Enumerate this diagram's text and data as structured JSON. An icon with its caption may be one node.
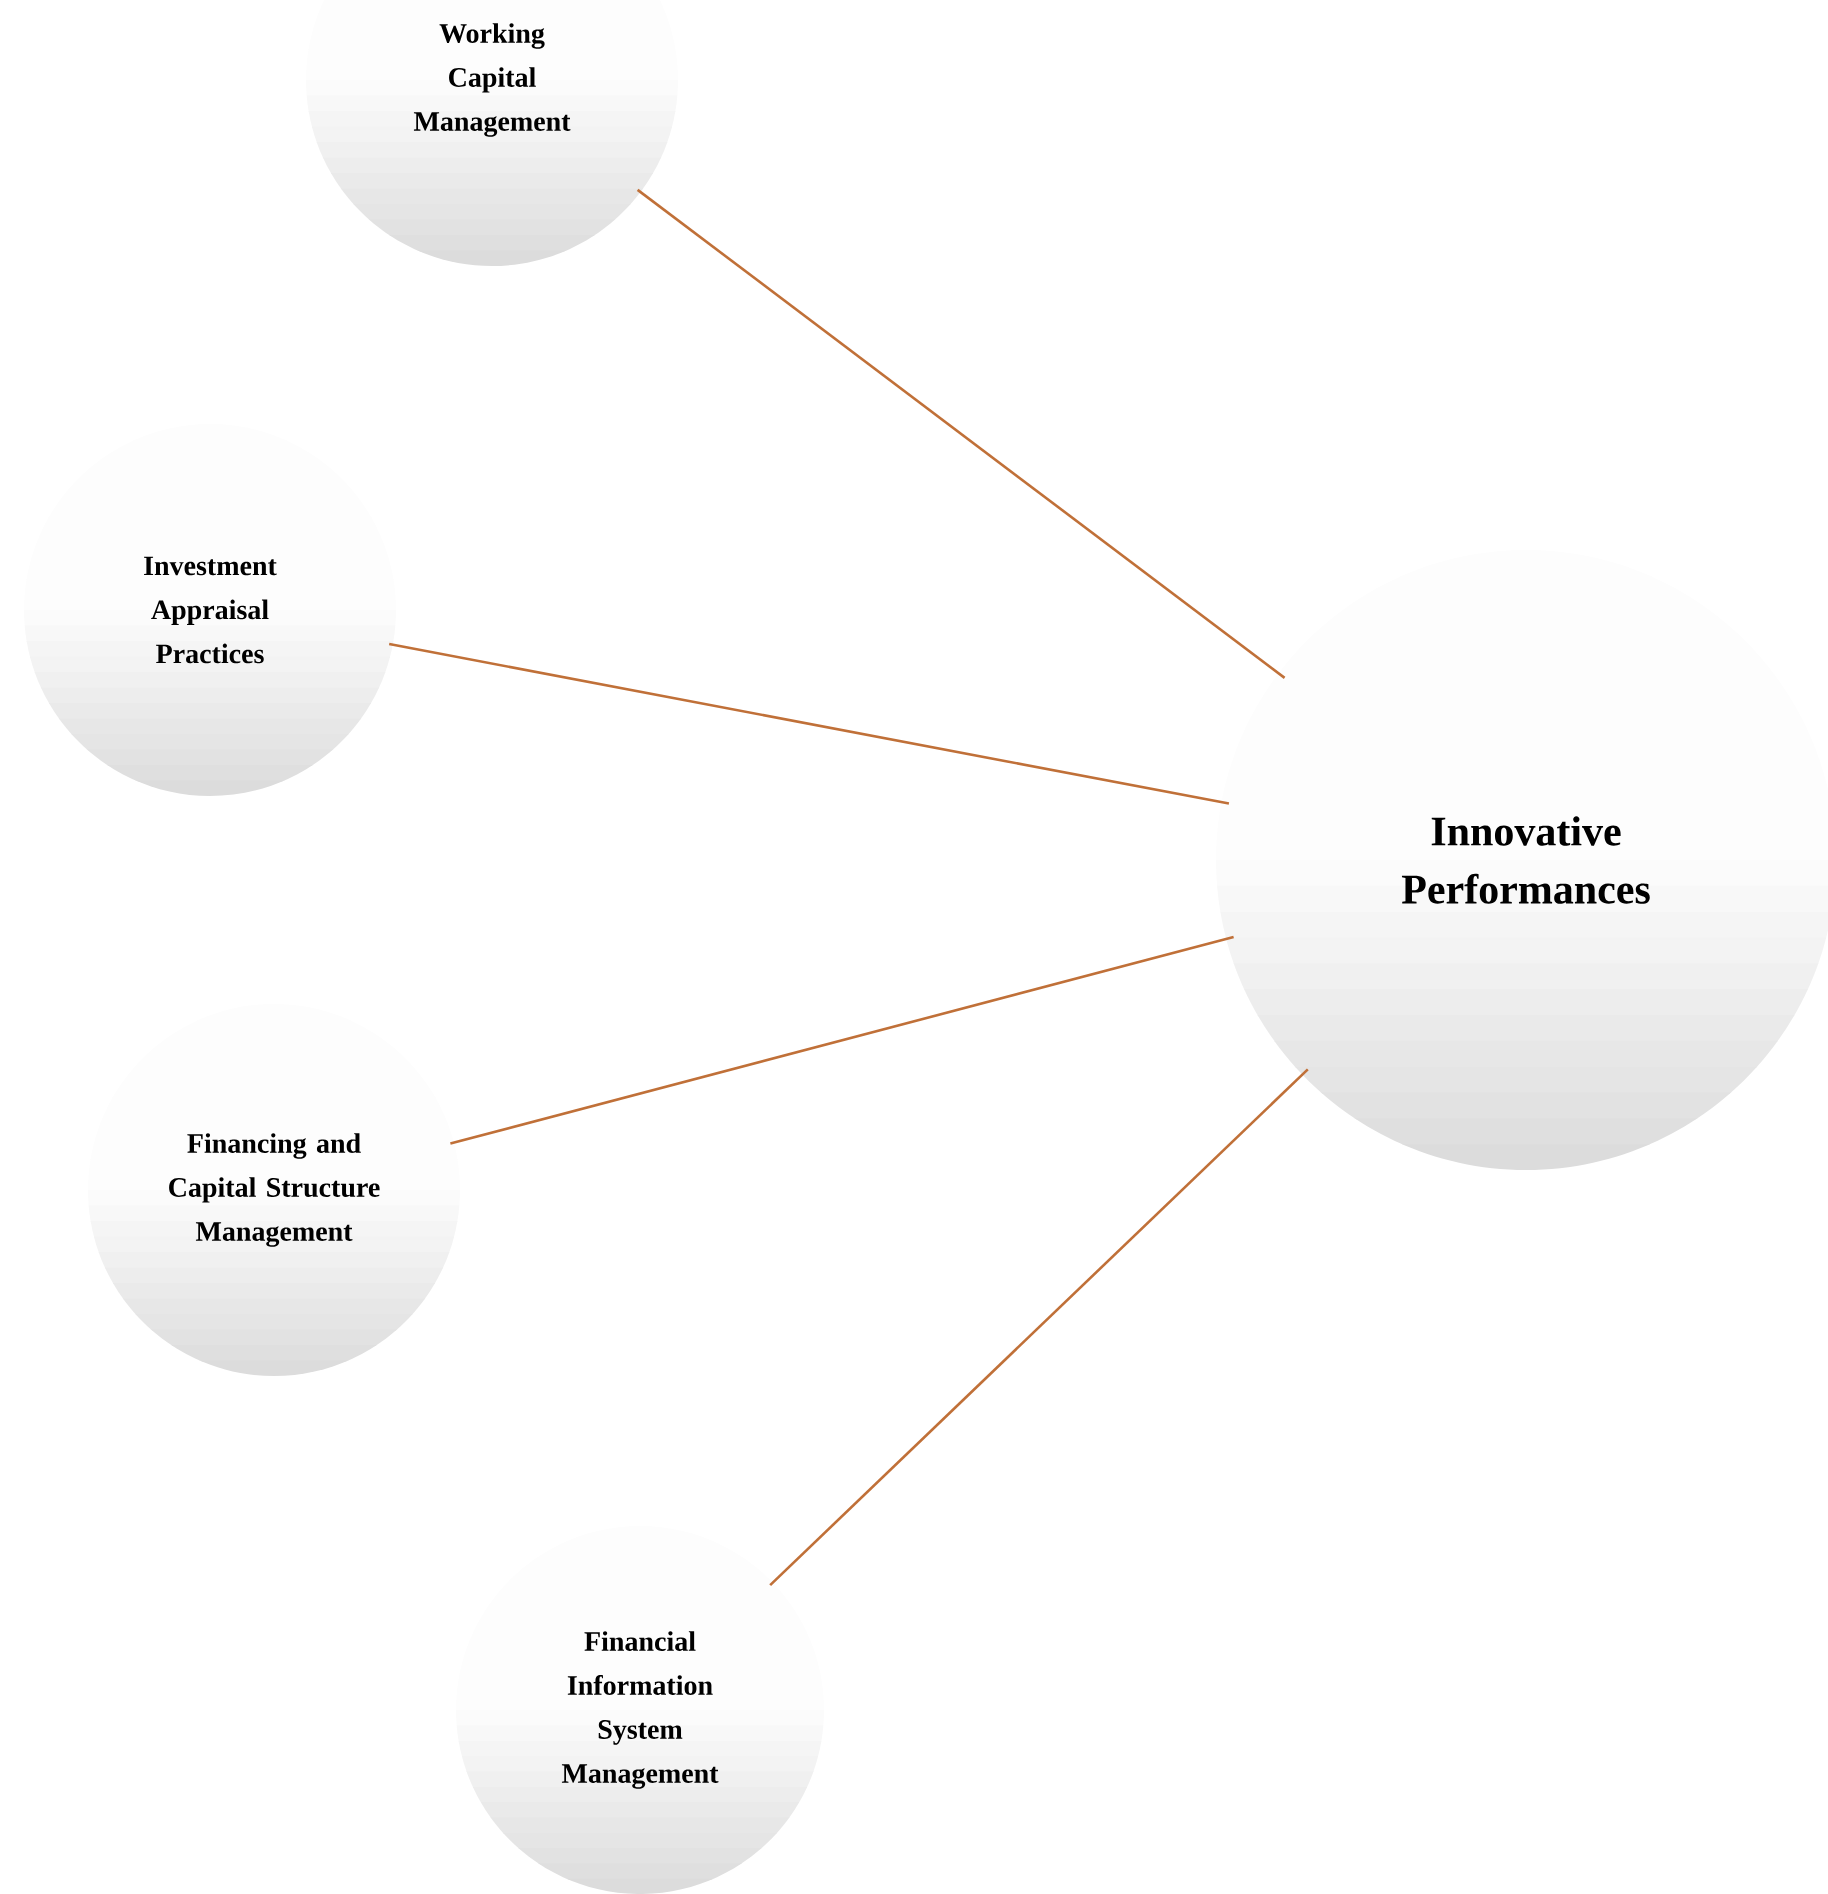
{
  "diagram": {
    "nodes": [
      {
        "text": [
          "Working Capital Management"
        ]
      },
      {
        "text": [
          "Investment Appraisal Practices"
        ]
      },
      {
        "text": [
          "Financing and Capital Structure Management"
        ]
      },
      {
        "text": [
          "Financial Information System Management"
        ]
      },
      {
        "text": [
          "Innovative Performances"
        ]
      }
    ],
    "edges": [
      {
        "from": 0,
        "to": 4,
        "arrow": "none"
      },
      {
        "from": 1,
        "to": 4,
        "arrow": "none"
      },
      {
        "from": 2,
        "to": 4,
        "arrow": "none"
      },
      {
        "from": 3,
        "to": 4,
        "arrow": "none"
      }
    ]
  }
}
